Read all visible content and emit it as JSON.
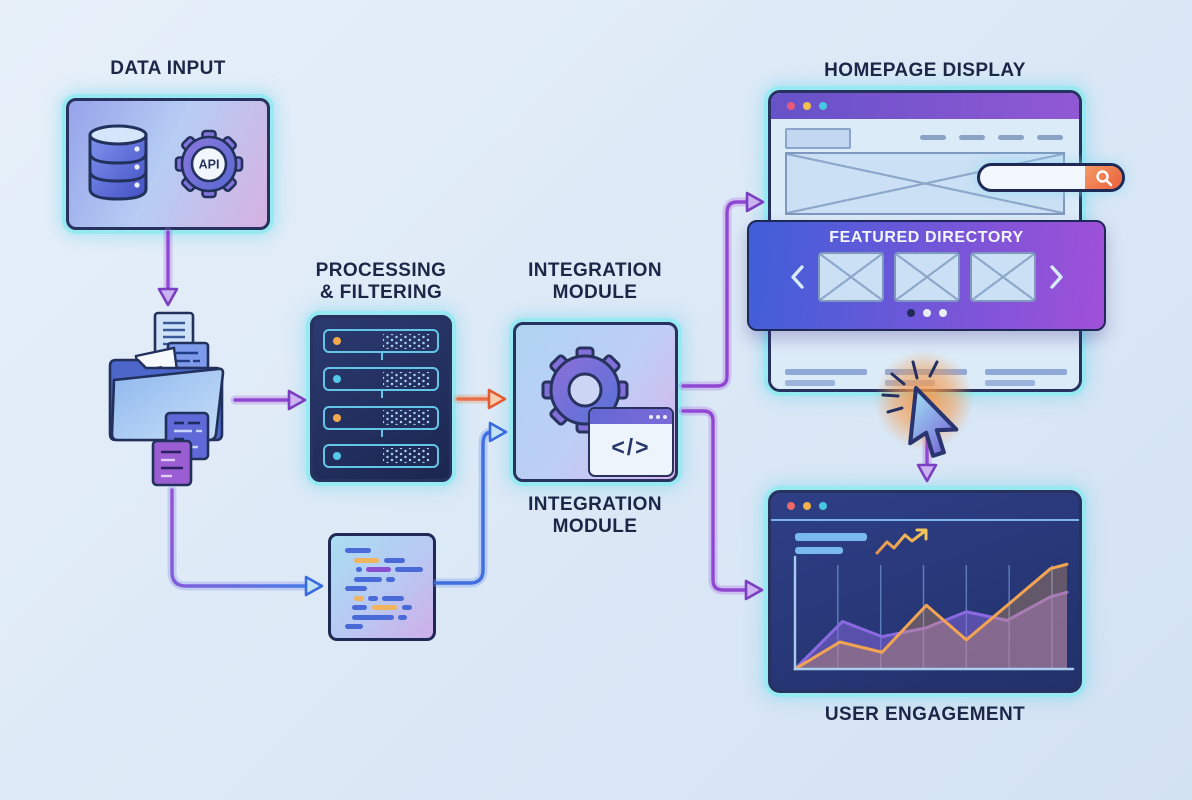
{
  "titles": {
    "data_input": "DATA INPUT",
    "processing_line1": "PROCESSING",
    "processing_line2": "& FILTERING",
    "integration_line1": "INTEGRATION",
    "integration_line2": "MODULE",
    "homepage": "HOMEPAGE DISPLAY",
    "featured_directory": "FEATURED DIRECTORY",
    "user_engagement": "USER ENGAGEMENT",
    "api_badge": "API",
    "code_glyph": "</>"
  },
  "icons": {
    "database": "database-icon",
    "api_gear": "gear-icon",
    "folder": "folder-documents-icon",
    "servers": "server-rack-icon",
    "integration_gear": "gear-icon",
    "code_window": "code-window-icon",
    "search": "search-icon",
    "carousel_prev": "chevron-left-icon",
    "carousel_next": "chevron-right-icon",
    "cursor": "cursor-click-icon",
    "trend": "trend-up-arrow-icon"
  },
  "colors": {
    "cyan_ring": "#97e9f2",
    "navy_outline": "#27325f",
    "purple_arrow": "#9048d2",
    "blue_arrow": "#3f6fe0",
    "orange_arrow": "#e8714a",
    "banner_gradient_start": "#3f5fd8",
    "banner_gradient_end": "#a050d8",
    "search_button": "#ef7450",
    "click_glow": "#f69a4a",
    "led_orange": "#f2a94e",
    "led_cyan": "#54c8e8"
  },
  "browser_chrome": {
    "homepage_dots": [
      "#e85a7a",
      "#f0c04a",
      "#48c8e0"
    ],
    "engagement_dots": [
      "#e86a6a",
      "#f0b04a",
      "#48c8e0"
    ],
    "nav_link_count": 4
  },
  "server_rack": {
    "rows": [
      {
        "led": "#f2a94e"
      },
      {
        "led": "#54c8e8"
      },
      {
        "led": "#f2a94e"
      },
      {
        "led": "#54c8e8"
      }
    ]
  },
  "code_snippet": {
    "palette": {
      "blue": "#4a6ad8",
      "purple": "#8a4fd0",
      "orange": "#f0b45e"
    },
    "lines": [
      [
        {
          "c": "blue",
          "w": 26,
          "ml": 14
        }
      ],
      [
        {
          "c": "orange",
          "w": 25,
          "ml": 23
        },
        {
          "c": "blue",
          "w": 21,
          "ml": 5
        }
      ],
      [
        {
          "c": "blue",
          "w": 6,
          "ml": 25
        },
        {
          "c": "purple",
          "w": 25,
          "ml": 4
        },
        {
          "c": "blue",
          "w": 28,
          "ml": 4
        }
      ],
      [
        {
          "c": "blue",
          "w": 28,
          "ml": 23
        },
        {
          "c": "blue",
          "w": 9,
          "ml": 4
        }
      ],
      [
        {
          "c": "blue",
          "w": 22,
          "ml": 14
        }
      ],
      [
        {
          "c": "orange",
          "w": 10,
          "ml": 23
        },
        {
          "c": "blue",
          "w": 10,
          "ml": 4
        },
        {
          "c": "blue",
          "w": 22,
          "ml": 4
        }
      ],
      [
        {
          "c": "blue",
          "w": 15,
          "ml": 21
        },
        {
          "c": "orange",
          "w": 25,
          "ml": 5
        },
        {
          "c": "blue",
          "w": 10,
          "ml": 5
        }
      ],
      [
        {
          "c": "blue",
          "w": 42,
          "ml": 21
        },
        {
          "c": "blue",
          "w": 9,
          "ml": 4
        }
      ],
      [
        {
          "c": "blue",
          "w": 18,
          "ml": 14
        }
      ]
    ]
  },
  "carousel": {
    "card_count": 3,
    "dot_count": 3,
    "active_dot": 0,
    "dot_active_color": "#1e2a55",
    "dot_inactive_color": "#e8eef8"
  },
  "homepage_columns": {
    "count": 3,
    "bars": [
      {
        "w": 0.95,
        "h": 6,
        "color": "#8fa8d8"
      },
      {
        "w": 0.58,
        "h": 6,
        "color": "#9db4dc"
      },
      {
        "w": 1.0,
        "h": 3,
        "color": "#7d95c0"
      }
    ]
  },
  "chart_data": {
    "type": "area",
    "title": "USER ENGAGEMENT",
    "xlabel": "",
    "ylabel": "",
    "grid": "vertical-only",
    "gridline_count": 6,
    "axes_color": "#a8cdf0",
    "series": [
      {
        "name": "engagement-purple",
        "color": "#8a6ae0",
        "fill": "rgba(138,106,224,0.5)",
        "points": [
          [
            0,
            0
          ],
          [
            0.175,
            0.44
          ],
          [
            0.32,
            0.3
          ],
          [
            0.48,
            0.38
          ],
          [
            0.63,
            0.53
          ],
          [
            0.78,
            0.45
          ],
          [
            0.94,
            0.67
          ],
          [
            1,
            0.71
          ]
        ]
      },
      {
        "name": "engagement-orange",
        "color": "#f2a452",
        "fill": "rgba(242,164,82,0.30)",
        "points": [
          [
            0,
            0
          ],
          [
            0.165,
            0.25
          ],
          [
            0.32,
            0.155
          ],
          [
            0.483,
            0.59
          ],
          [
            0.63,
            0.27
          ],
          [
            0.94,
            0.93
          ],
          [
            1,
            0.97
          ]
        ]
      }
    ]
  }
}
